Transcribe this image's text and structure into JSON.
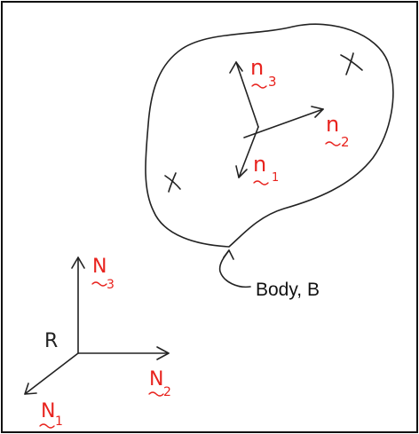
{
  "colors": {
    "ink": "#222222",
    "vector_label": "#e8231e",
    "frame_border": "#111111",
    "background": "#ffffff"
  },
  "inertial_frame": {
    "origin_label": "R",
    "axes": [
      {
        "symbol": "N",
        "index": "3"
      },
      {
        "symbol": "N",
        "index": "2"
      },
      {
        "symbol": "N",
        "index": "1"
      }
    ]
  },
  "body_frame": {
    "axes": [
      {
        "symbol": "n",
        "index": "3"
      },
      {
        "symbol": "n",
        "index": "2"
      },
      {
        "symbol": "n",
        "index": "1"
      }
    ]
  },
  "body_label": "Body, B",
  "markers": [
    "x",
    "x"
  ]
}
